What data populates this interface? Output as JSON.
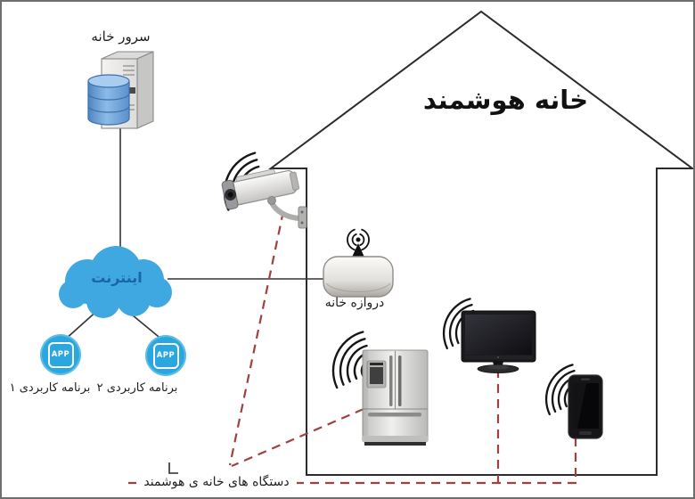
{
  "diagram": {
    "house": {
      "title": "خانه هوشمند"
    },
    "server": {
      "label": "سرور خانه"
    },
    "internet": {
      "label": "اینترنت"
    },
    "apps": {
      "badge": "APP",
      "items": [
        {
          "label": "برنامه کاربردی ۱"
        },
        {
          "label": "برنامه کاربردی ۲"
        }
      ]
    },
    "gateway": {
      "label": "دروازه خانه"
    },
    "devices": {
      "caption": "دستگاه های خانه ی هوشمند"
    },
    "colors": {
      "cloud_blue": "#3fa8e0",
      "cloud_text_blue": "#1b64a8",
      "app_blue": "#29a7de",
      "database_blue": "#6b9fd4",
      "dashed_link_red": "#a04040",
      "outline_black": "#2b2b2b",
      "frame_gray": "#6e6e6e"
    }
  }
}
